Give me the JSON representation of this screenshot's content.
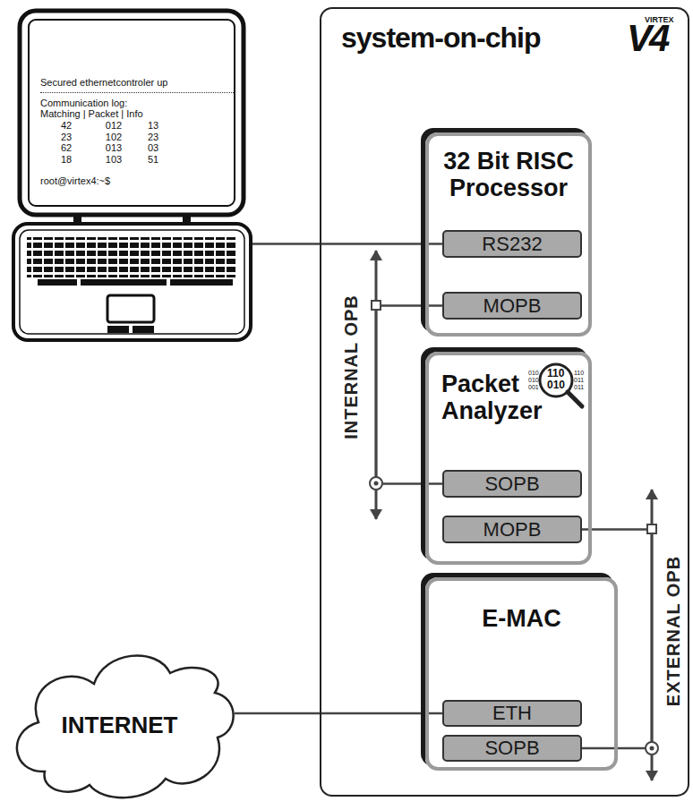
{
  "diagram": {
    "nodes": [
      {
        "text": [
          "Secured ethernetcontroler up",
          "Communication log:",
          "root@virtex4:~$"
        ]
      },
      {
        "text": [
          "system-on-chip"
        ]
      },
      {
        "text": [
          "32 Bit RISC Processor"
        ],
        "in": 1
      },
      {
        "text": [
          "RS232"
        ],
        "in": 2
      },
      {
        "text": [
          "MOPB"
        ],
        "in": 2
      },
      {
        "text": [
          "Packet Analyzer"
        ],
        "in": 1
      },
      {
        "text": [
          "SOPB"
        ],
        "in": 5
      },
      {
        "text": [
          "MOPB"
        ],
        "in": 5
      },
      {
        "text": [
          "E-MAC"
        ],
        "in": 1
      },
      {
        "text": [
          "ETH"
        ],
        "in": 8
      },
      {
        "text": [
          "SOPB"
        ],
        "in": 8
      },
      {
        "text": [
          "INTERNET"
        ]
      }
    ],
    "edges": [
      {
        "from": 0,
        "to": 3,
        "arrow": "none"
      },
      {
        "from": 4,
        "to": 6,
        "label": "INTERNAL OPB",
        "arrow": "none"
      },
      {
        "from": 7,
        "to": 10,
        "label": "EXTERNAL OPB",
        "arrow": "none"
      },
      {
        "from": 11,
        "to": 9,
        "arrow": "none"
      }
    ],
    "labels": [
      "VIRTEX",
      "V4",
      "Matching | Packet | Info",
      "42",
      "012",
      "13",
      "23",
      "102",
      "23",
      "62",
      "013",
      "03",
      "18",
      "103",
      "51",
      "010",
      "010",
      "001",
      "110",
      "010",
      "110",
      "011",
      "011"
    ]
  }
}
